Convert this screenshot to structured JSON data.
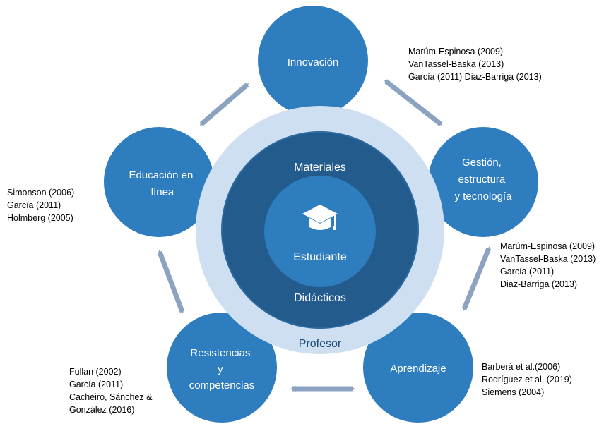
{
  "colors": {
    "node_fill": "#2e7dbf",
    "outer_ring": "#cddff0",
    "middle_ring": "#2b6aa3",
    "inner_ring": "#245b8d",
    "core_fill": "#2e7dbf",
    "arrow": "#8ba3c1",
    "ring_label": "#1f4e79"
  },
  "center": {
    "icon": "graduation-cap-icon",
    "core_label": "Estudiante",
    "inner_top_label": "Materiales",
    "inner_bottom_label": "Didácticos",
    "outer_label": "Profesor"
  },
  "nodes": [
    {
      "id": "innovacion",
      "lines": [
        "Innovación"
      ]
    },
    {
      "id": "gestion",
      "lines": [
        "Gestión,",
        "estructura",
        "y tecnología"
      ]
    },
    {
      "id": "aprendizaje",
      "lines": [
        "Aprendizaje"
      ]
    },
    {
      "id": "resistencias",
      "lines": [
        "Resistencias",
        "y",
        "competencias"
      ]
    },
    {
      "id": "educacion",
      "lines": [
        "Educación en",
        "línea"
      ]
    }
  ],
  "references": {
    "innovacion_gestion": [
      "Marúm-Espinosa (2009)",
      "VanTassel-Baska (2013)",
      "García (2011) Diaz-Barriga (2013)"
    ],
    "gestion_aprendizaje": [
      "Marúm-Espinosa (2009)",
      "VanTassel-Baska (2013)",
      "García (2011)",
      "Diaz-Barriga (2013)"
    ],
    "aprendizaje": [
      "Barberà et al.(2006)",
      "Rodríguez et al. (2019)",
      "Siemens (2004)"
    ],
    "resistencias": [
      "Fullan (2002)",
      "García (2011)",
      "Cacheiro, Sánchez &",
      "González (2016)"
    ],
    "educacion": [
      "Simonson (2006)",
      "García (2011)",
      "Holmberg (2005)"
    ]
  }
}
